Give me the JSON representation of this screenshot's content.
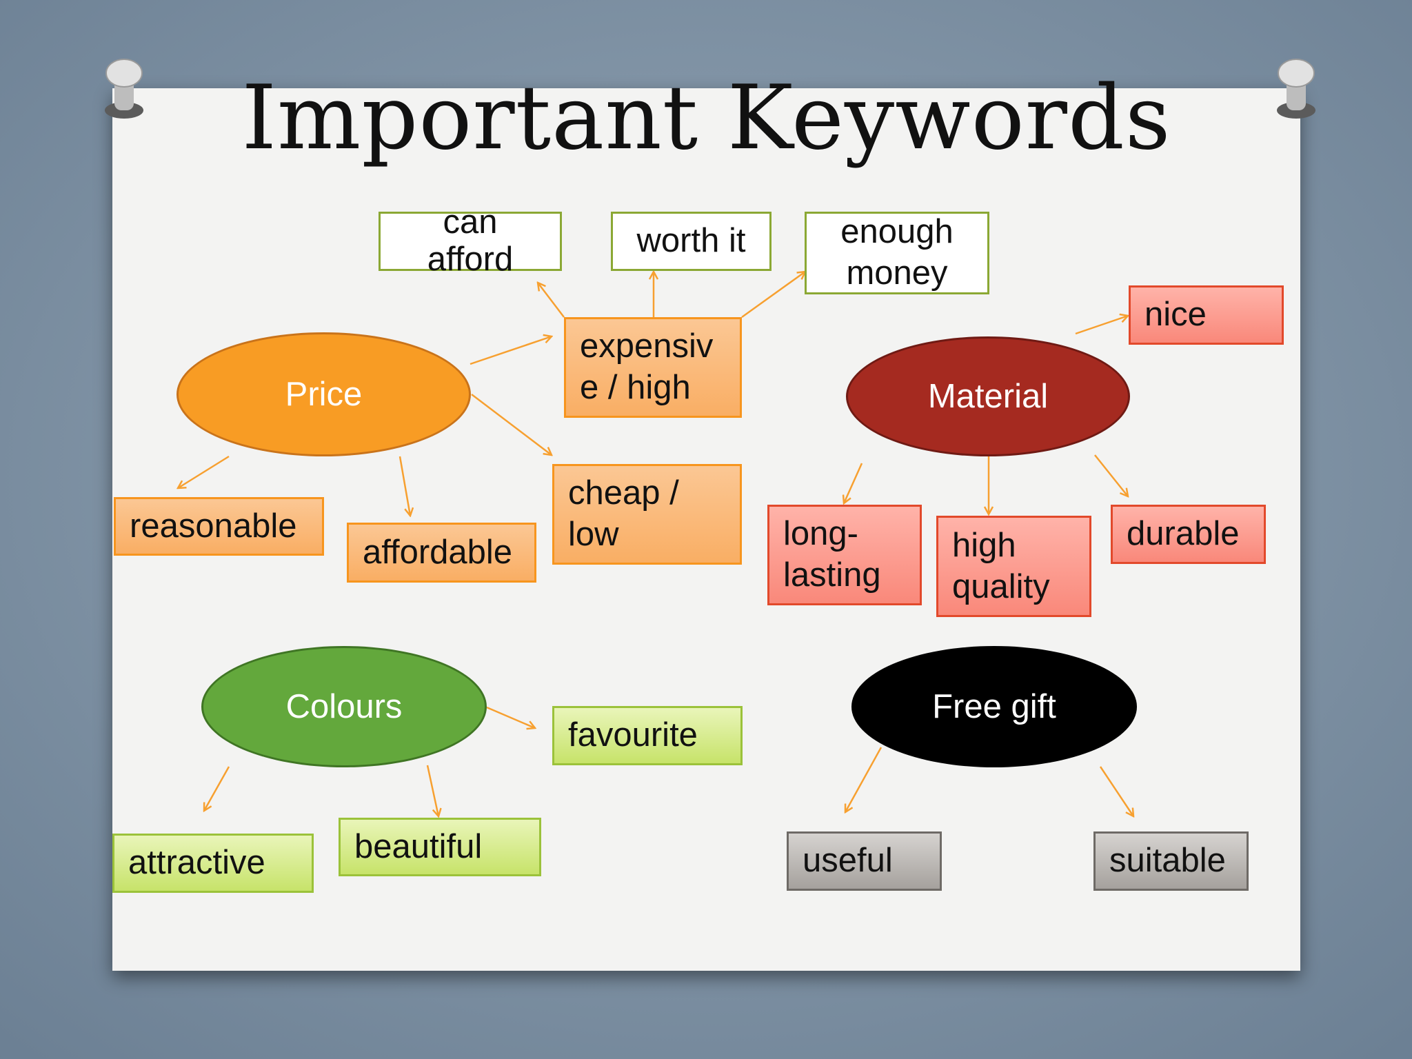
{
  "slide": {
    "title": "Important Keywords"
  },
  "colors": {
    "price": "#f89c24",
    "material": "#a52a20",
    "colours": "#63a83c",
    "free_gift": "#000000",
    "arrow": "#f7a030"
  },
  "diagram": {
    "price": {
      "label": "Price",
      "keywords": [
        "reasonable",
        "affordable",
        "cheap /\nlow",
        "expensiv\ne / high"
      ],
      "sub_keywords": [
        "can\nafford",
        "worth it",
        "enough\nmoney"
      ]
    },
    "material": {
      "label": "Material",
      "keywords": [
        "nice",
        "long-\nlasting",
        "high\nquality",
        "durable"
      ]
    },
    "colours": {
      "label": "Colours",
      "keywords": [
        "favourite",
        "attractive",
        "beautiful"
      ]
    },
    "free_gift": {
      "label": "Free gift",
      "keywords": [
        "useful",
        "suitable"
      ]
    }
  }
}
